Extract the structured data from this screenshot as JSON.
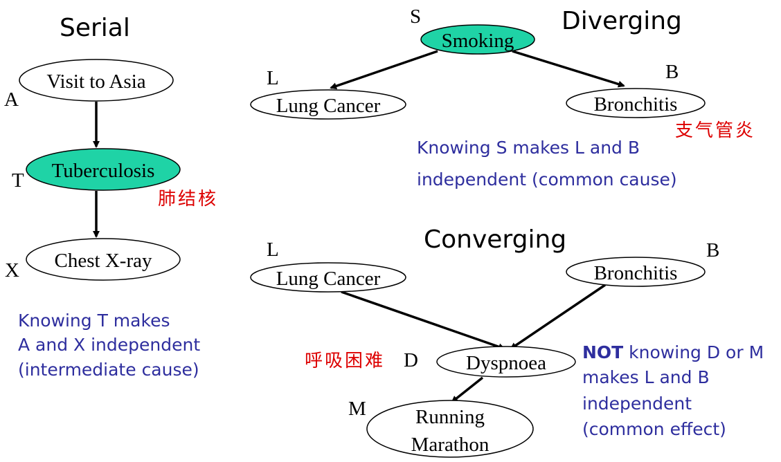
{
  "colors": {
    "shaded_node": "#1FD3A6",
    "note_text": "#2E2E9E",
    "chinese_text": "#DD0000"
  },
  "serial": {
    "heading": "Serial",
    "nodes": {
      "visit_to_asia": "Visit to Asia",
      "tuberculosis": "Tuberculosis",
      "chest_xray": "Chest X-ray"
    },
    "letters": {
      "a": "A",
      "t": "T",
      "x": "X"
    },
    "chinese_label": "肺结核",
    "note": [
      "Knowing T makes",
      "A and X independent",
      "(intermediate cause)"
    ]
  },
  "diverging": {
    "heading": "Diverging",
    "nodes": {
      "smoking": "Smoking",
      "lung_cancer": "Lung Cancer",
      "bronchitis": "Bronchitis"
    },
    "letters": {
      "s": "S",
      "l": "L",
      "b": "B"
    },
    "chinese_label": "支气管炎",
    "note": [
      "Knowing S makes L and B",
      "independent (common cause)"
    ]
  },
  "converging": {
    "heading": "Converging",
    "nodes": {
      "lung_cancer": "Lung Cancer",
      "bronchitis": "Bronchitis",
      "dyspnoea": "Dyspnoea",
      "running_marathon": [
        "Running",
        "Marathon"
      ]
    },
    "letters": {
      "l": "L",
      "b": "B",
      "d": "D",
      "m": "M"
    },
    "chinese_label": "呼吸困难",
    "note": {
      "bold": "NOT",
      "line1_rest": " knowing D or M",
      "lines": [
        "makes L and B",
        "independent",
        "(common effect)"
      ]
    }
  }
}
